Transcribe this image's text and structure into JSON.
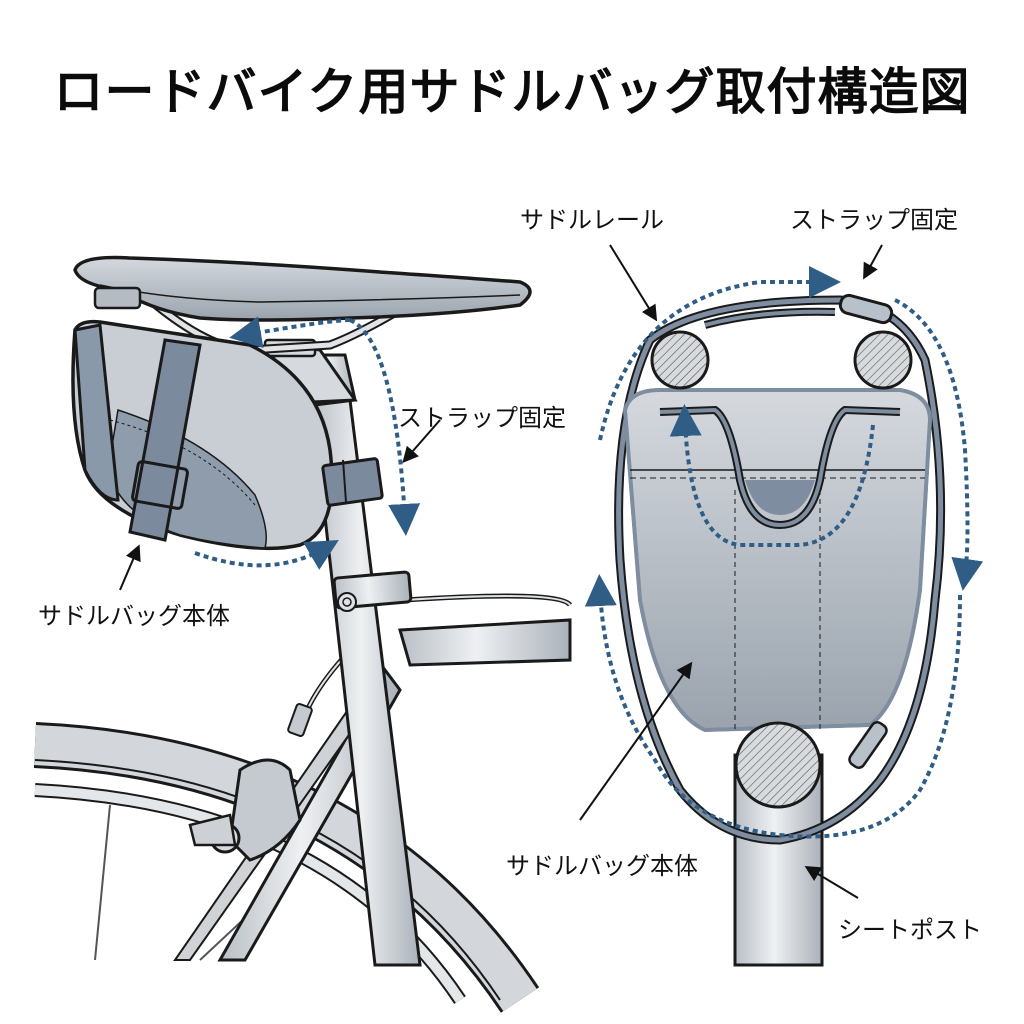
{
  "title": "ロードバイク用サドルバッグ取付構造図",
  "left_view": {
    "labels": {
      "strap": "ストラップ固定",
      "bag_body": "サドルバッグ本体"
    }
  },
  "right_view": {
    "labels": {
      "saddle_rail": "サドルレール",
      "strap": "ストラップ固定",
      "bag_body": "サドルバッグ本体",
      "seatpost": "シートポスト"
    }
  },
  "colors": {
    "outline": "#1a1a1a",
    "metal": "#d9dde1",
    "bag_light": "#c9ced4",
    "bag_dark": "#8c9bab",
    "strap": "#7e8ea0",
    "arrow_dashed": "#2f5d86"
  }
}
